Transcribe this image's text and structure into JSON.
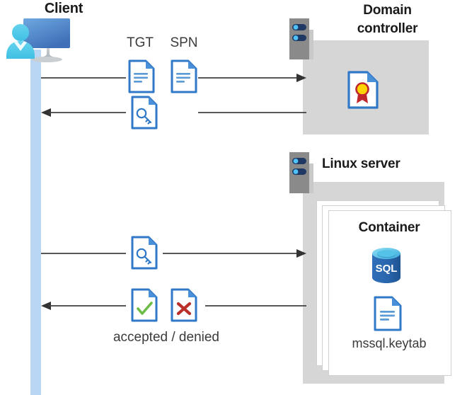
{
  "diagram": {
    "type": "sequence-architecture",
    "title_nodes": {
      "client": "Client",
      "domain_controller": "Domain\ncontroller",
      "domain_controller_line1": "Domain",
      "domain_controller_line2": "controller",
      "linux_server": "Linux server",
      "container": "Container"
    },
    "labels": {
      "tgt": "TGT",
      "spn": "SPN",
      "accepted_denied": "accepted / denied",
      "keytab_file": "mssql.keytab",
      "sql_badge": "SQL"
    },
    "icons": {
      "client": "client-workstation-icon",
      "server_rack": "server-rack-icon",
      "document": "document-icon",
      "ticket_key": "key-document-icon",
      "certificate": "certificate-document-icon",
      "accepted": "check-document-icon",
      "denied": "x-document-icon",
      "database": "sql-database-icon",
      "keytab": "keytab-document-icon"
    },
    "flows": [
      {
        "id": "flow-1",
        "direction": "right",
        "from": "Client",
        "to": "Domain controller",
        "payload": [
          "TGT",
          "SPN"
        ]
      },
      {
        "id": "flow-2",
        "direction": "left",
        "from": "Domain controller",
        "to": "Client",
        "payload": [
          "service-ticket"
        ]
      },
      {
        "id": "flow-3",
        "direction": "right",
        "from": "Client",
        "to": "Linux server",
        "payload": [
          "service-ticket"
        ]
      },
      {
        "id": "flow-4",
        "direction": "left",
        "from": "Linux server",
        "to": "Client",
        "payload": [
          "accepted",
          "denied"
        ]
      }
    ],
    "colors": {
      "accent_blue": "#3079c8",
      "doc_fold": "#4a90d9",
      "lifeline": "#b9d7f5",
      "panel_gray": "#d6d6d6",
      "rack_gray": "#8a8a8a",
      "rack_bar": "#1f3864",
      "rack_dot": "#4fc3f7",
      "arrow": "#404040",
      "check_green": "#6cbd45",
      "deny_red": "#c0392b",
      "cert_gold": "#ffd400",
      "cert_ribbon": "#c0272d",
      "sql_blue": "#2e6fb5",
      "sql_top": "#6fd0ee",
      "text_dark": "#1a1a1a",
      "text_body": "#3b3b3b"
    }
  }
}
